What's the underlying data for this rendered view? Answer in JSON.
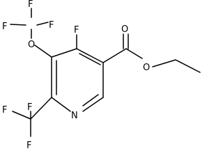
{
  "diagram": {
    "type": "chemical-structure",
    "atoms": [
      {
        "id": "f_top",
        "label": "F"
      },
      {
        "id": "f_left",
        "label": "F"
      },
      {
        "id": "f_right",
        "label": "F"
      },
      {
        "id": "o_ether",
        "label": "O"
      },
      {
        "id": "f_ring",
        "label": "F"
      },
      {
        "id": "o_carbonyl",
        "label": "O"
      },
      {
        "id": "o_ester",
        "label": "O"
      },
      {
        "id": "n_ring",
        "label": "N"
      },
      {
        "id": "f_cf3_top",
        "label": "F"
      },
      {
        "id": "f_cf3_left",
        "label": "F"
      },
      {
        "id": "f_cf3_bottom",
        "label": "F"
      }
    ]
  }
}
